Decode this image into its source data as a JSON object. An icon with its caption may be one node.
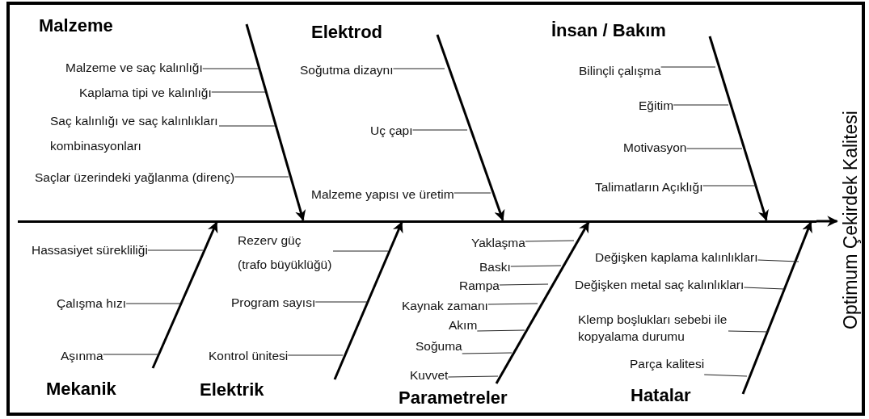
{
  "diagram": {
    "nodes": [
      {
        "text": [
          "Malzeme ve saç kalınlığı"
        ]
      },
      {
        "text": [
          "Kaplama tipi ve kalınlığı"
        ]
      },
      {
        "text": [
          "Saç kalınlığı ve saç kalınlıkları kombinasyonları"
        ]
      },
      {
        "text": [
          "Saçlar üzerindeki yağlanma (direnç)"
        ]
      },
      {
        "text": [
          "Soğutma dizaynı"
        ]
      },
      {
        "text": [
          "Uç çapı"
        ]
      },
      {
        "text": [
          "Malzeme yapısı ve üretim"
        ]
      },
      {
        "text": [
          "Bilinçli çalışma"
        ]
      },
      {
        "text": [
          "Eğitim"
        ]
      },
      {
        "text": [
          "Motivasyon"
        ]
      },
      {
        "text": [
          "Talimatların Açıklığı"
        ]
      },
      {
        "text": [
          "Hassasiyet sürekliliği"
        ]
      },
      {
        "text": [
          "Çalışma hızı"
        ]
      },
      {
        "text": [
          "Aşınma"
        ]
      },
      {
        "text": [
          "Rezerv güç (trafo büyüklüğü)"
        ]
      },
      {
        "text": [
          "Program sayısı"
        ]
      },
      {
        "text": [
          "Kontrol ünitesi"
        ]
      },
      {
        "text": [
          "Yaklaşma"
        ]
      },
      {
        "text": [
          "Baskı"
        ]
      },
      {
        "text": [
          "Rampa"
        ]
      },
      {
        "text": [
          "Kaynak zamanı"
        ]
      },
      {
        "text": [
          "Akım"
        ]
      },
      {
        "text": [
          "Soğuma"
        ]
      },
      {
        "text": [
          "Kuvvet"
        ]
      },
      {
        "text": [
          "Değişken kaplama kalınlıkları"
        ]
      },
      {
        "text": [
          "Değişken metal saç kalınlıkları"
        ]
      },
      {
        "text": [
          "Klemp boşlukları sebebi ile kopyalama durumu"
        ]
      },
      {
        "text": [
          "Parça kalitesi"
        ]
      },
      {
        "text": [
          "Optimum Çekirdek Kalitesi"
        ]
      },
      {
        "text": [],
        "shape": "bar"
      }
    ],
    "edges": [
      {
        "from": 29,
        "to": 28,
        "arrow": "to",
        "style": "thick"
      },
      {
        "from": null,
        "to": 29,
        "arrow": "to",
        "style": "thick"
      },
      {
        "from": null,
        "to": 29,
        "arrow": "to",
        "style": "thick"
      },
      {
        "from": null,
        "to": 29,
        "arrow": "to",
        "style": "thick"
      },
      {
        "from": null,
        "to": 29,
        "arrow": "to",
        "style": "thick"
      },
      {
        "from": null,
        "to": 29,
        "arrow": "to",
        "style": "thick"
      },
      {
        "from": null,
        "to": 29,
        "arrow": "to",
        "style": "thick"
      },
      {
        "from": null,
        "to": 29,
        "arrow": "to",
        "style": "thick"
      },
      {
        "from": 0,
        "to": null,
        "arrow": "none"
      },
      {
        "from": 1,
        "to": null,
        "arrow": "none"
      },
      {
        "from": 2,
        "to": null,
        "arrow": "none"
      },
      {
        "from": 3,
        "to": null,
        "arrow": "none"
      },
      {
        "from": 4,
        "to": null,
        "arrow": "none"
      },
      {
        "from": 5,
        "to": null,
        "arrow": "none"
      },
      {
        "from": 6,
        "to": null,
        "arrow": "none"
      },
      {
        "from": 7,
        "to": null,
        "arrow": "none"
      },
      {
        "from": 8,
        "to": null,
        "arrow": "none"
      },
      {
        "from": 9,
        "to": null,
        "arrow": "none"
      },
      {
        "from": 10,
        "to": null,
        "arrow": "none"
      },
      {
        "from": 11,
        "to": null,
        "arrow": "none"
      },
      {
        "from": 12,
        "to": null,
        "arrow": "none"
      },
      {
        "from": 13,
        "to": null,
        "arrow": "none"
      },
      {
        "from": 14,
        "to": null,
        "arrow": "none"
      },
      {
        "from": 15,
        "to": null,
        "arrow": "none"
      },
      {
        "from": 16,
        "to": null,
        "arrow": "none"
      },
      {
        "from": 17,
        "to": null,
        "arrow": "none"
      },
      {
        "from": 18,
        "to": null,
        "arrow": "none"
      },
      {
        "from": 19,
        "to": null,
        "arrow": "none"
      },
      {
        "from": 20,
        "to": null,
        "arrow": "none"
      },
      {
        "from": 21,
        "to": null,
        "arrow": "none"
      },
      {
        "from": 22,
        "to": null,
        "arrow": "none"
      },
      {
        "from": 23,
        "to": null,
        "arrow": "none"
      },
      {
        "from": 24,
        "to": null,
        "arrow": "none"
      },
      {
        "from": 25,
        "to": null,
        "arrow": "none"
      },
      {
        "from": 26,
        "to": null,
        "arrow": "none"
      },
      {
        "from": 27,
        "to": null,
        "arrow": "none"
      }
    ],
    "labels": [
      "Malzeme",
      "Elektrod",
      "İnsan / Bakım",
      "Mekanik",
      "Elektrik",
      "Parametreler",
      "Hatalar"
    ]
  }
}
